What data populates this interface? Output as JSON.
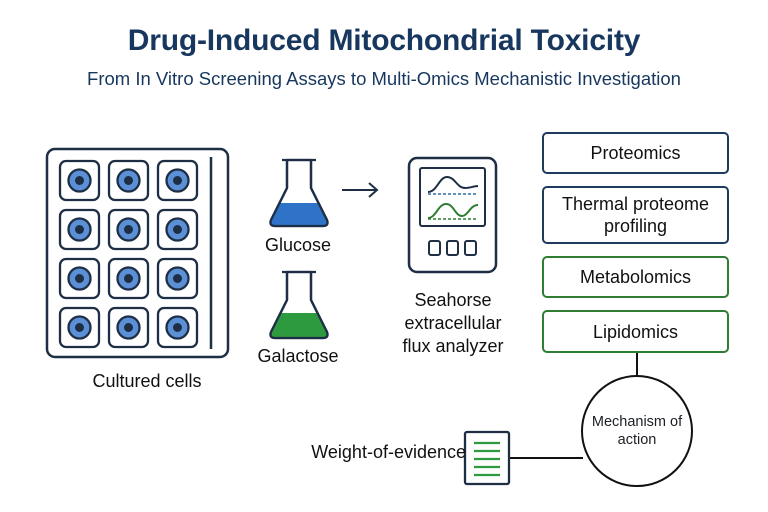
{
  "header": {
    "title": "Drug-Induced Mitochondrial Toxicity",
    "subtitle": "From In Vitro Screening Assays to Multi-Omics Mechanistic Investigation"
  },
  "cells": {
    "label": "Cultured cells",
    "rows": 4,
    "cols": 3
  },
  "media": {
    "glucose_label": "Glucose",
    "galactose_label": "Galactose"
  },
  "analyzer": {
    "label": "Seahorse extracellular flux analyzer"
  },
  "omics": {
    "items": [
      {
        "label": "Proteomics",
        "color": "#1e3a5c"
      },
      {
        "label": "Thermal proteome profiling",
        "color": "#1e3a5c"
      },
      {
        "label": "Metabolomics",
        "color": "#2f7d32"
      },
      {
        "label": "Lipidomics",
        "color": "#2f7d32"
      }
    ]
  },
  "mechanism": {
    "label": "Mechanism of action"
  },
  "evidence": {
    "label": "Weight-of-evidence"
  },
  "colors": {
    "navy": "#1e3a5c",
    "blue_fill": "#2f73c8",
    "green_fill": "#2e9a3f",
    "cell_fill": "#5b8fd6"
  }
}
